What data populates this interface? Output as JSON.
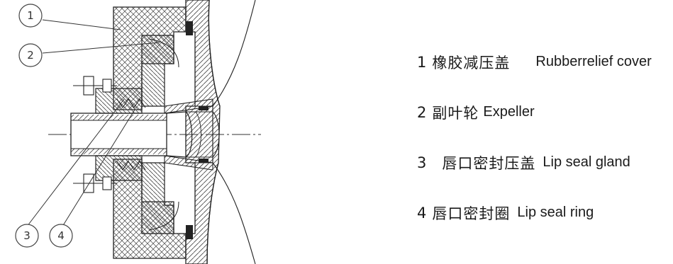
{
  "callouts": [
    "1",
    "2",
    "3",
    "4"
  ],
  "legend": [
    {
      "num": "1",
      "zh": "橡胶减压盖",
      "en": "Rubberrelief cover"
    },
    {
      "num": "2",
      "zh": "副叶轮",
      "en": "Expeller"
    },
    {
      "num": "3",
      "zh": "唇口密封压盖",
      "en": "Lip seal gland"
    },
    {
      "num": "4",
      "zh": "唇口密封圈",
      "en": "Lip seal ring"
    }
  ]
}
